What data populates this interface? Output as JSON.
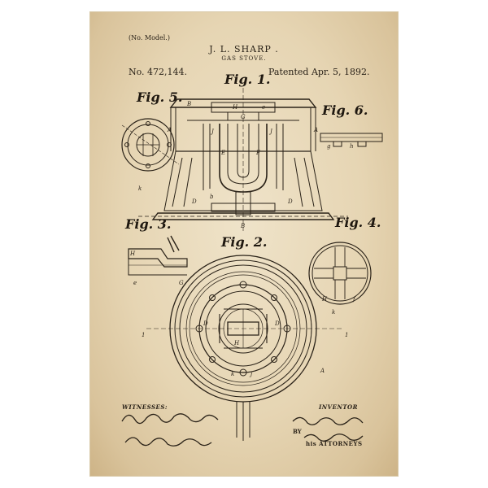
{
  "header": {
    "model_note": "(No. Model.)",
    "inventor_name": "J. L. SHARP .",
    "invention_title": "GAS STOVE.",
    "patent_number": "No. 472,144.",
    "patent_date": "Patented Apr. 5, 1892."
  },
  "figures": {
    "fig1": "Fig. 1.",
    "fig2": "Fig. 2.",
    "fig3": "Fig. 3.",
    "fig4": "Fig. 4.",
    "fig5": "Fig. 5.",
    "fig6": "Fig. 6."
  },
  "signatures": {
    "witnesses_label": "WITNESSES:",
    "witness_1": "Gustave Dietench.",
    "witness_2": "Henry C. Evenden.",
    "inventor_label": "INVENTOR",
    "inventor_signature": "James L. Sharp",
    "by_label": "BY",
    "attorney_signature": "Briesen & Knauth",
    "attorneys_label": "his ATTORNEYS"
  },
  "colors": {
    "paper": "#e6d5b3",
    "ink": "#2a2218"
  }
}
